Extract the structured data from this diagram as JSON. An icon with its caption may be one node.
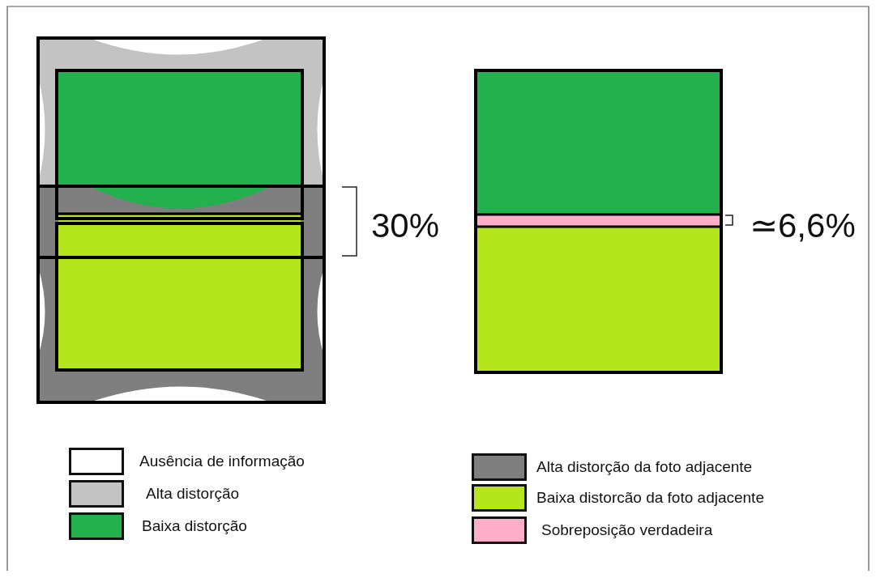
{
  "diagram": {
    "labels": [
      "30%",
      "≃6,6%"
    ],
    "legend": [
      {
        "text": "Ausência de informação",
        "color": "#ffffff"
      },
      {
        "text": "Alta distorção",
        "color": "#c3c3c3"
      },
      {
        "text": "Baixa distorção",
        "color": "#22b14c"
      },
      {
        "text": "Alta distorção da foto adjacente",
        "color": "#7f7f7f"
      },
      {
        "text": "Baixa distorcão da foto adjacente",
        "color": "#b5e61d"
      },
      {
        "text": "Sobreposição verdadeira",
        "color": "#ffaec9"
      }
    ]
  }
}
